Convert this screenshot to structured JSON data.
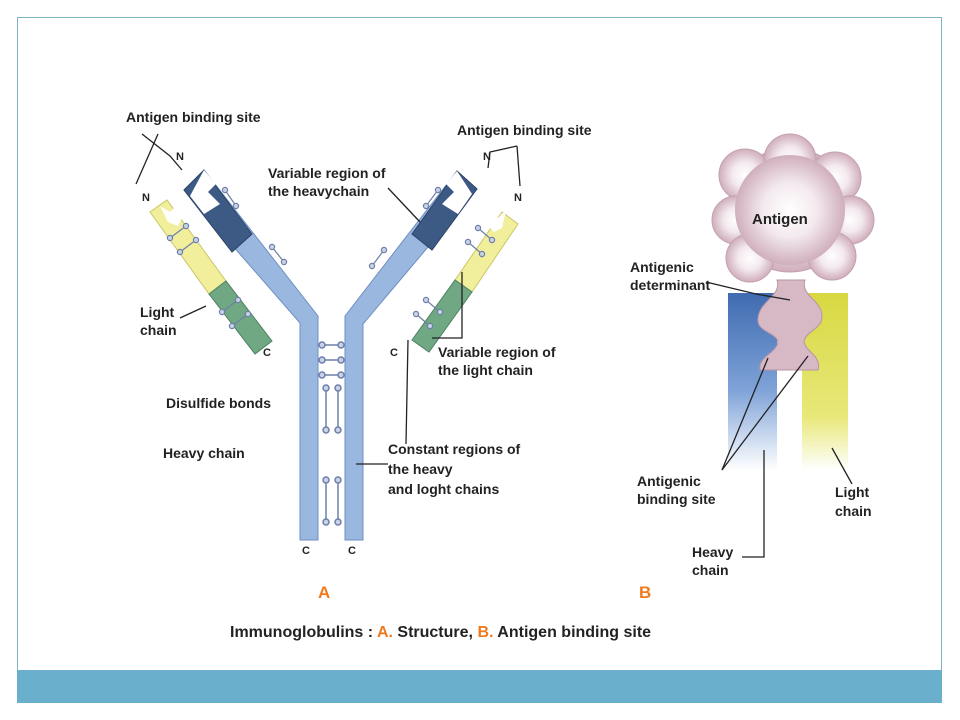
{
  "diagram_a": {
    "letter": "A",
    "labels": {
      "antigen_site_left": "Antigen binding site",
      "antigen_site_right": "Antigen binding site",
      "variable_heavy_1": "Variable region of",
      "variable_heavy_2": "the heavychain",
      "light_chain_1": "Light",
      "light_chain_2": "chain",
      "variable_light_1": "Variable region of",
      "variable_light_2": "the light chain",
      "disulfide": "Disulfide bonds",
      "heavy_chain": "Heavy chain",
      "constant_1": "Constant regions of",
      "constant_2": "the heavy",
      "constant_3": "and loght chains"
    },
    "termini": {
      "n": "N",
      "c": "C"
    }
  },
  "diagram_b": {
    "letter": "B",
    "labels": {
      "antigen": "Antigen",
      "determinant_1": "Antigenic",
      "determinant_2": "determinant",
      "binding_1": "Antigenic",
      "binding_2": "binding site",
      "heavy_1": "Heavy",
      "heavy_2": "chain",
      "light_1": "Light",
      "light_2": "chain"
    }
  },
  "caption": {
    "prefix": "Immunoglobulins :",
    "a_letter": "A.",
    "a_text": "Structure,",
    "b_letter": "B.",
    "b_text": "Antigen binding site"
  },
  "colors": {
    "heavy_chain": "#9ab7e0",
    "variable_heavy": "#3d5a85",
    "light_chain_variable": "#f1ef9c",
    "light_chain_constant": "#6fa882",
    "antigen": "#d6b9c4",
    "accent": "#f07b1e",
    "bottom_bar": "#6aafcb"
  }
}
